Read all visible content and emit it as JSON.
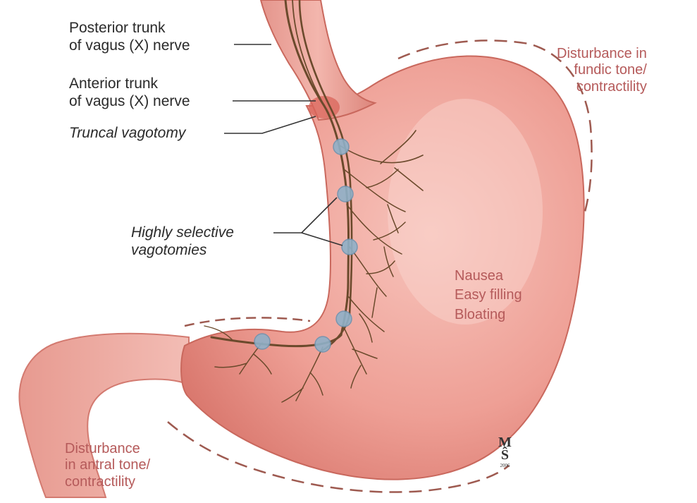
{
  "labels": {
    "posterior_trunk": [
      "Posterior trunk",
      "of vagus (X) nerve"
    ],
    "anterior_trunk": [
      "Anterior trunk",
      "of vagus (X) nerve"
    ],
    "truncal_vagotomy": "Truncal vagotomy",
    "highly_selective": [
      "Highly selective",
      "vagotomies"
    ],
    "fundic_disturbance": [
      "Disturbance in",
      "fundic tone/",
      "contractility"
    ],
    "antral_disturbance": [
      "Disturbance",
      "in antral tone/",
      "contractility"
    ],
    "symptoms": [
      "Nausea",
      "Easy filling",
      "Bloating"
    ]
  },
  "signature": "M"
}
